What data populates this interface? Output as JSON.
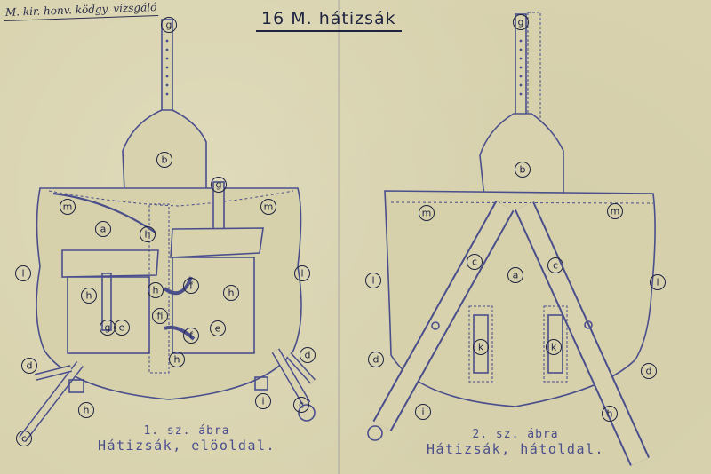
{
  "stamp": "M. kir. honv. ködgy. vizsgáló",
  "title": "16 M. hátizsák",
  "figures": [
    {
      "number": "1. sz. ábra",
      "description": "Hátizsák, elöoldal.",
      "labels": [
        "g",
        "b",
        "g",
        "m",
        "m",
        "a",
        "h",
        "l",
        "l",
        "h",
        "f",
        "h",
        "h",
        "fi",
        "g",
        "e",
        "e",
        "f",
        "h",
        "d",
        "d",
        "h",
        "i",
        "c",
        "c"
      ]
    },
    {
      "number": "2. sz. ábra",
      "description": "Hátizsák, hátoldal.",
      "labels": [
        "g",
        "b",
        "m",
        "m",
        "c",
        "c",
        "a",
        "l",
        "l",
        "k",
        "k",
        "d",
        "d",
        "i",
        "h"
      ]
    }
  ],
  "colors": {
    "paper": "#d8d2ae",
    "ink": "#4a4f8c",
    "title_ink": "#1e2340"
  }
}
